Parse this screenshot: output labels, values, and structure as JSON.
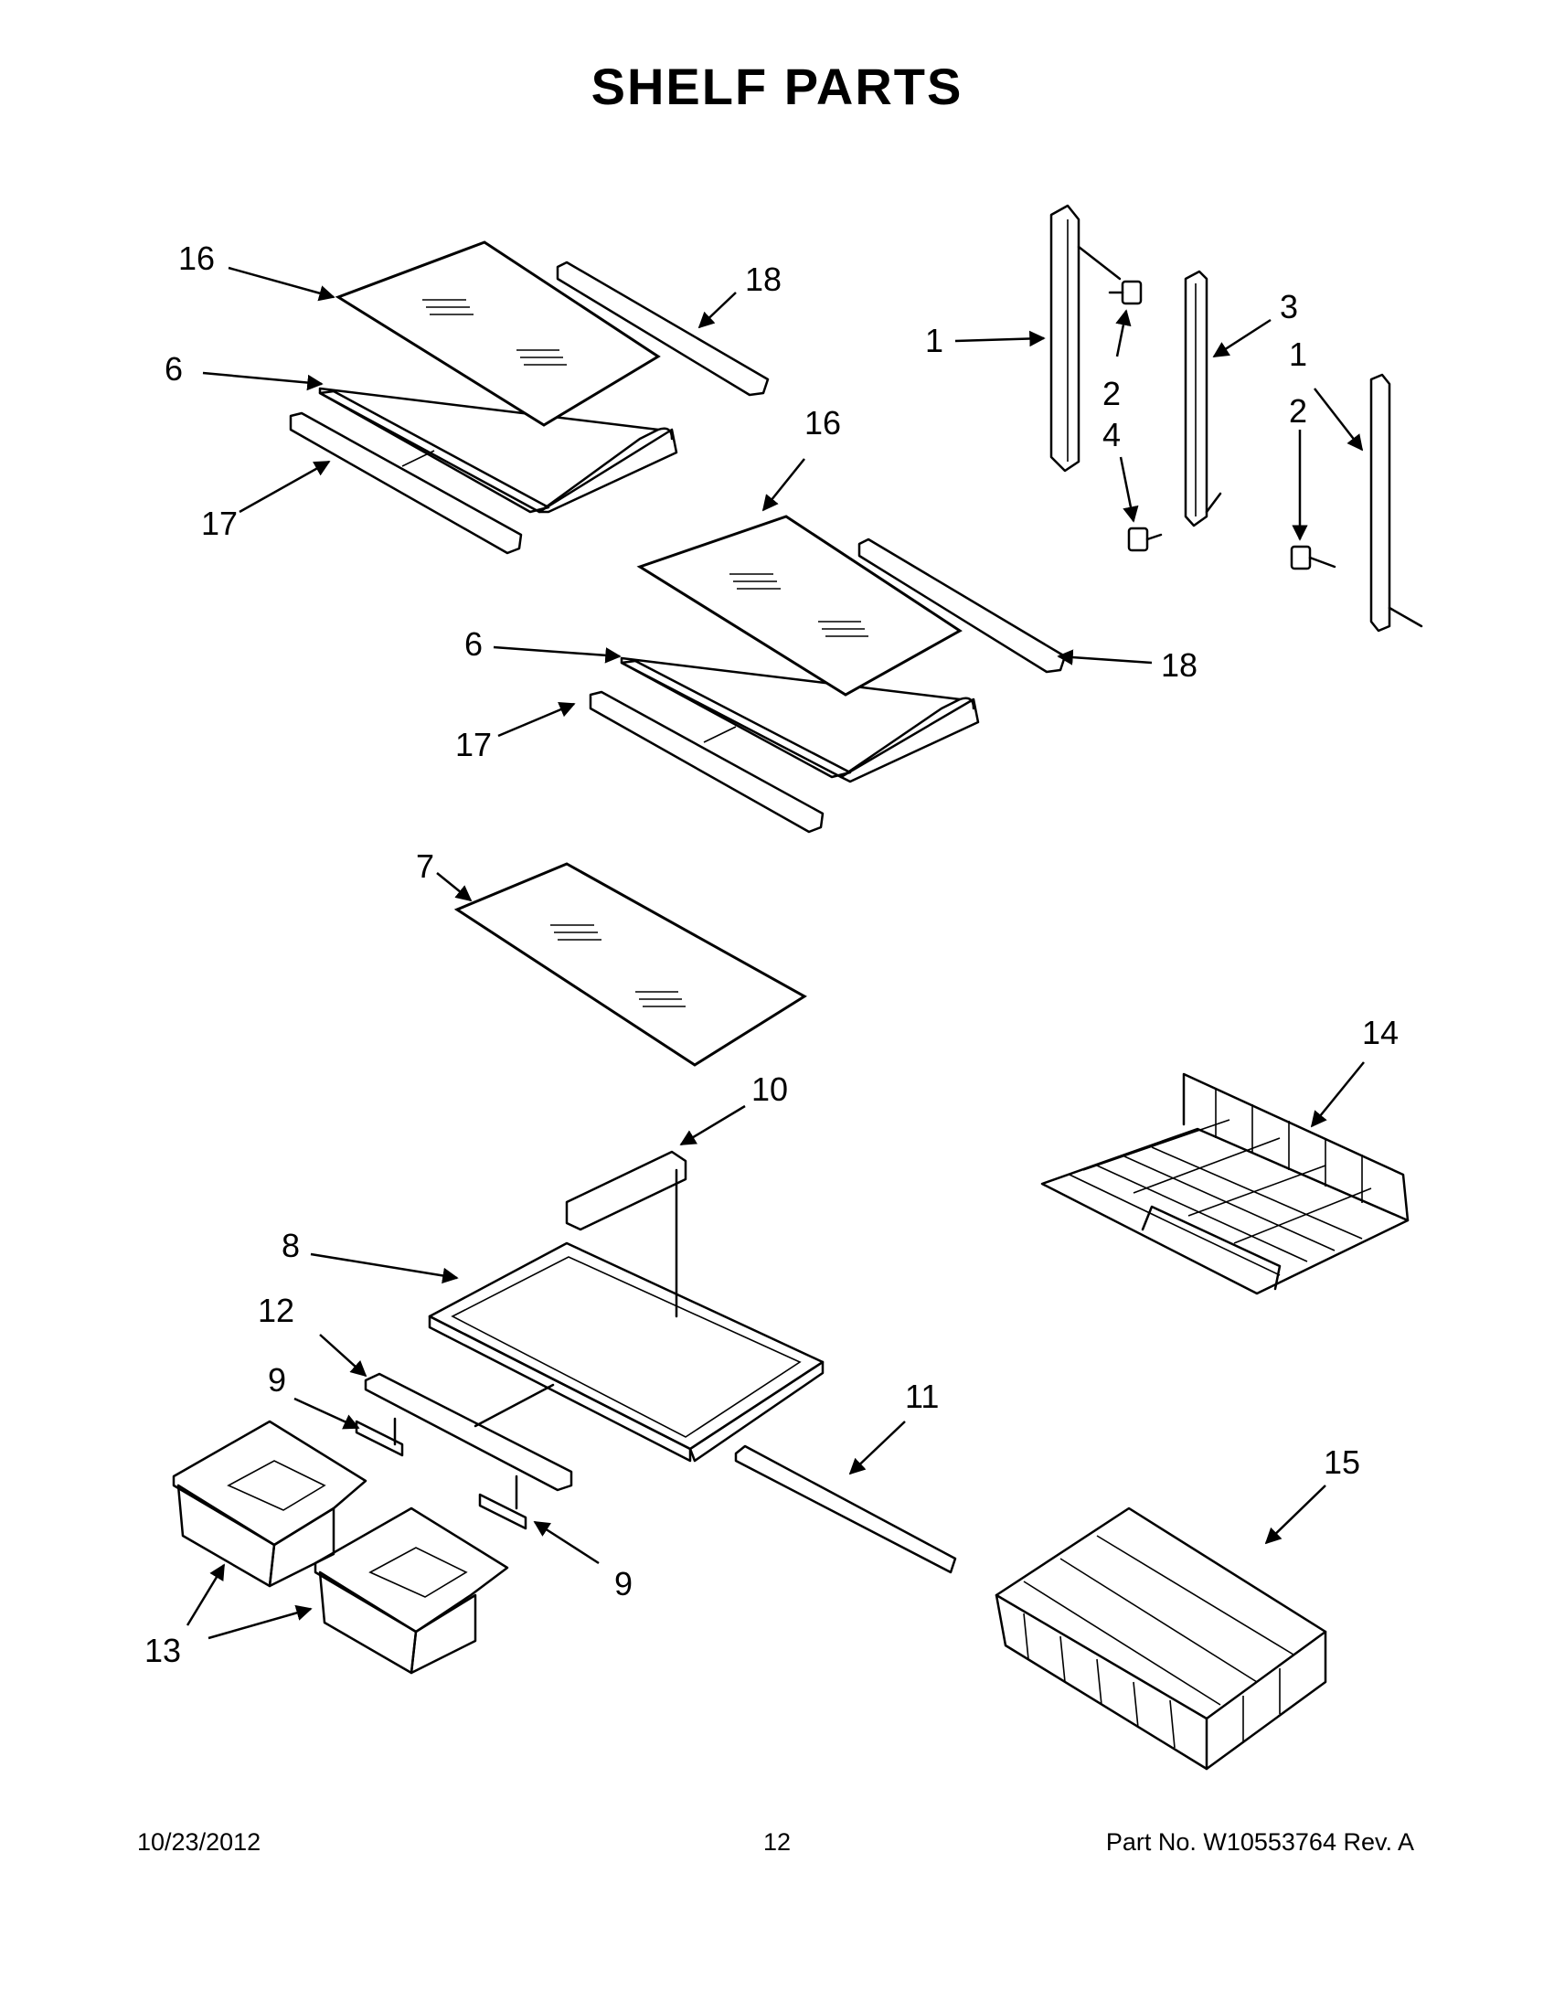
{
  "title": "SHELF  PARTS",
  "footer": {
    "date": "10/23/2012",
    "page": "12",
    "part": "Part No.  W10553764  Rev.  A"
  },
  "callouts": {
    "c16a": "16",
    "c18a": "18",
    "c6a": "6",
    "c17a": "17",
    "c16b": "16",
    "c6b": "6",
    "c18b": "18",
    "c17b": "17",
    "c1a": "1",
    "c2a": "2",
    "c4": "4",
    "c3": "3",
    "c1b": "1",
    "c2b": "2",
    "c7": "7",
    "c14": "14",
    "c10": "10",
    "c8": "8",
    "c12": "12",
    "c9a": "9",
    "c11": "11",
    "c9b": "9",
    "c15": "15",
    "c13": "13"
  }
}
